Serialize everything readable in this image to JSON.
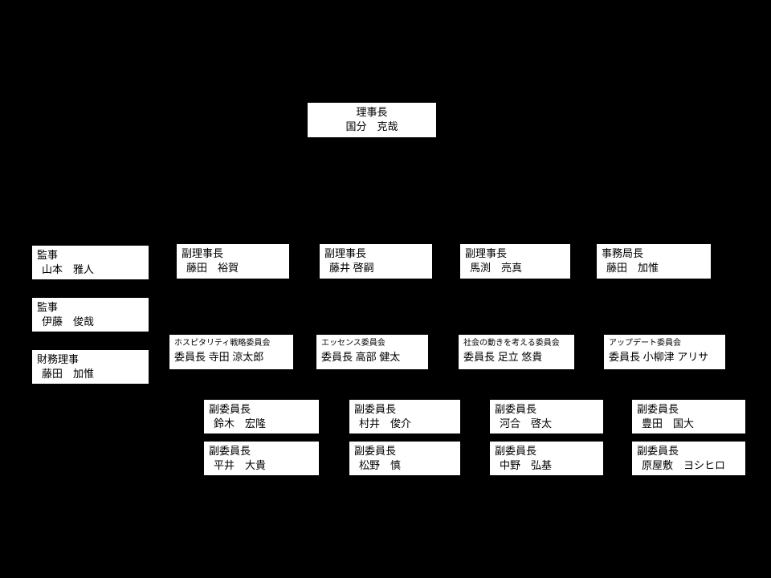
{
  "canvas": {
    "background_color": "#000000",
    "box_background_color": "#ffffff",
    "box_text_color": "#000000"
  },
  "org": {
    "president": {
      "title": "理事長",
      "name": "国分　克哉"
    },
    "left_column": [
      {
        "title": "監事",
        "name": "山本　雅人"
      },
      {
        "title": "監事",
        "name": "伊藤　俊哉"
      },
      {
        "title": "財務理事",
        "name": "藤田　加惟"
      }
    ],
    "officers": [
      {
        "title": "副理事長",
        "name": "藤田　裕賀"
      },
      {
        "title": "副理事長",
        "name": "藤井 啓嗣"
      },
      {
        "title": "副理事長",
        "name": "馬渕　亮真"
      },
      {
        "title": "事務局長",
        "name": "藤田　加惟"
      }
    ],
    "committees": [
      {
        "committee": "ホスピタリティ戦略委員会",
        "chair": "委員長 寺田 涼太郎"
      },
      {
        "committee": "エッセンス委員会",
        "chair": "委員長 高部 健太"
      },
      {
        "committee": "社会の動きを考える委員会",
        "chair": "委員長 足立 悠貴"
      },
      {
        "committee": "アップデート委員会",
        "chair": "委員長 小柳津 アリサ"
      }
    ],
    "vice_row1": [
      {
        "title": "副委員長",
        "name": "鈴木　宏隆"
      },
      {
        "title": "副委員長",
        "name": "村井　俊介"
      },
      {
        "title": "副委員長",
        "name": "河合　啓太"
      },
      {
        "title": "副委員長",
        "name": "豊田　国大"
      }
    ],
    "vice_row2": [
      {
        "title": "副委員長",
        "name": "平井　大貴"
      },
      {
        "title": "副委員長",
        "name": "松野　慎"
      },
      {
        "title": "副委員長",
        "name": "中野　弘基"
      },
      {
        "title": "副委員長",
        "name": "原屋敷　ヨシヒロ"
      }
    ]
  }
}
